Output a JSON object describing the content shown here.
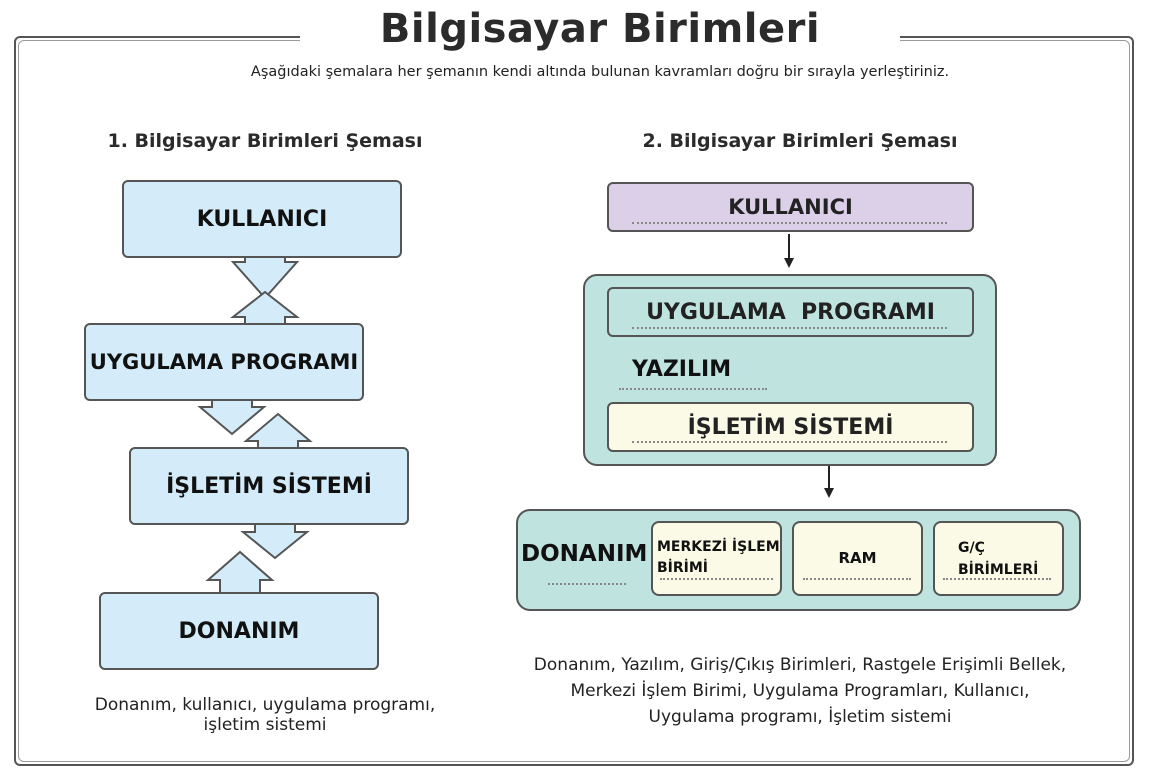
{
  "header": {
    "title": "Bilgisayar Birimleri",
    "instruction": "Aşağıdaki şemalara her şemanın kendi altında bulunan kavramları doğru bir sırayla yerleştiriniz."
  },
  "scheme1": {
    "title": "1. Bilgisayar Birimleri Şeması",
    "boxes": [
      "KULLANICI",
      "UYGULAMA PROGRAMI",
      "İŞLETİM SİSTEMİ",
      "DONANIM"
    ],
    "words_line1": "Donanım, kullanıcı, uygulama programı,",
    "words_line2": "işletim sistemi"
  },
  "scheme2": {
    "title": "2. Bilgisayar Birimleri Şeması",
    "kullanici": "KULLANICI",
    "uygulama": "UYGULAMA  PROGRAMI",
    "yazilim": "YAZILIM",
    "isletim": "İŞLETİM SİSTEMİ",
    "donanim": "DONANIM",
    "cpu_line1": "MERKEZİ İŞLEM",
    "cpu_line2": "BİRİMİ",
    "ram": "RAM",
    "io_line1": "G/Ç",
    "io_line2": "BİRİMLERİ",
    "words_line1": "Donanım, Yazılım, Giriş/Çıkış Birimleri, Rastgele Erişimli Bellek,",
    "words_line2": "Merkezi İşlem Birimi, Uygulama Programları, Kullanıcı,",
    "words_line3": "Uygulama programı, İşletim sistemi"
  },
  "colors": {
    "light_blue": "#d4ecfa",
    "lavender": "#dccfe8",
    "teal": "#bfe3df",
    "cream": "#fafae6"
  }
}
